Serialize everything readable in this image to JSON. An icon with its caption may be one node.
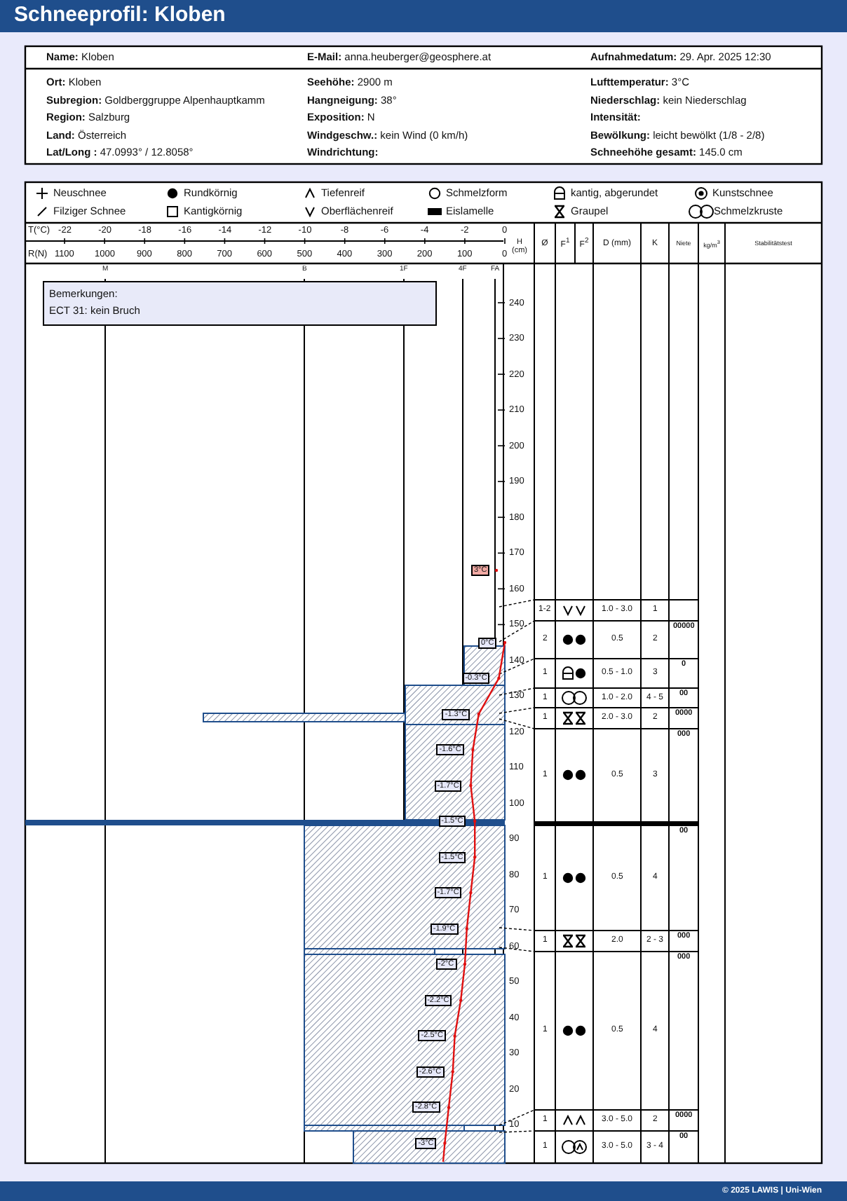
{
  "diagram": {
    "title": "Schneeprofil: Kloben",
    "labels": [
      "**Name:** Kloben",
      "**E-Mail:** anna.heuberger@geosphere.at",
      "**Aufnahmedatum:** 29. Apr. 2025 12:30",
      "**Ort:** Kloben",
      "**Seehöhe:** 2900 m",
      "**Lufttemperatur:** 3°C",
      "**Subregion:** Goldberggruppe Alpenhauptkamm",
      "**Hangneigung:** 38°",
      "**Niederschlag:** kein Niederschlag",
      "**Region:** Salzburg",
      "**Exposition:** N",
      "Intensität:",
      "**Land:** Österreich",
      "**Windgeschw.:** kein Wind (0 km/h)",
      "**Bewölkung:** leicht bewölkt (1/8 - 2/8)",
      "**Lat/Long :** 47.0993° / 12.8058°",
      "Windrichtung:",
      "**Schneehöhe gesamt:** 145.0 cm",
      "T(°C)",
      "-22",
      "-20",
      "-18",
      "-16",
      "-14",
      "-12",
      "-10",
      "-8",
      "-6",
      "-4",
      "-2",
      "0",
      "R(N)",
      "1100",
      "1000",
      "900",
      "800",
      "700",
      "600",
      "500",
      "400",
      "300",
      "200",
      "100",
      "0",
      "H (cm)",
      "Ø",
      "F$^{1}$",
      "F$^{2}$",
      "D (mm)",
      "K",
      "Niete",
      "kg/m$^{3}$",
      "Stabilitätstest",
      "M",
      "B",
      "1F",
      "4F",
      "FA",
      "Bemerkungen:",
      "ECT 31: kein Bruch",
      "240",
      "230",
      "220",
      "210",
      "200",
      "190",
      "180",
      "170",
      "160",
      "150",
      "140",
      "130",
      "120",
      "110",
      "100",
      "90",
      "80",
      "70",
      "60",
      "50",
      "40",
      "30",
      "20",
      "10",
      "3°C",
      "0°C",
      "-0.3°C",
      "-1.3°C",
      "-1.6°C",
      "-1.7°C",
      "-1.5°C",
      "-1.5°C",
      "-1.7°C",
      "-1.9°C",
      "-2°C",
      "-2.2°C",
      "-2.5°C",
      "-2.6°C",
      "-2.8°C",
      "-3°C",
      "1-2",
      "1.0 - 3.0",
      "1",
      "2",
      "0.5",
      "2",
      "00000",
      "1",
      "0.5 - 1.0",
      "3",
      "0",
      "1",
      "1.0 - 2.0",
      "4 - 5",
      "00",
      "1",
      "2.0 - 3.0",
      "2",
      "0000",
      "1",
      "0.5",
      "3",
      "000",
      "1",
      "0.5",
      "4",
      "00",
      "1",
      "2.0",
      "2 - 3",
      "000",
      "1",
      "0.5",
      "4",
      "000",
      "1",
      "3.0 - 5.0",
      "2",
      "0000",
      "1",
      "3.0 - 5.0",
      "3 - 4",
      "00",
      "© 2025 LAWIS | Uni-Wien"
    ],
    "legend": [
      {
        "text": "Neuschnee"
      },
      {
        "text": "Rundkörnig"
      },
      {
        "text": "Tiefenreif"
      },
      {
        "text": "Schmelzform"
      },
      {
        "text": "kantig, abgerundet"
      },
      {
        "text": "Kunstschnee"
      },
      {
        "text": "Filziger Schnee"
      },
      {
        "text": "Kantigkörnig"
      },
      {
        "text": "Oberflächenreif"
      },
      {
        "text": "Eislamelle"
      },
      {
        "text": "Graupel"
      },
      {
        "text": "Schmelzkruste"
      }
    ]
  }
}
